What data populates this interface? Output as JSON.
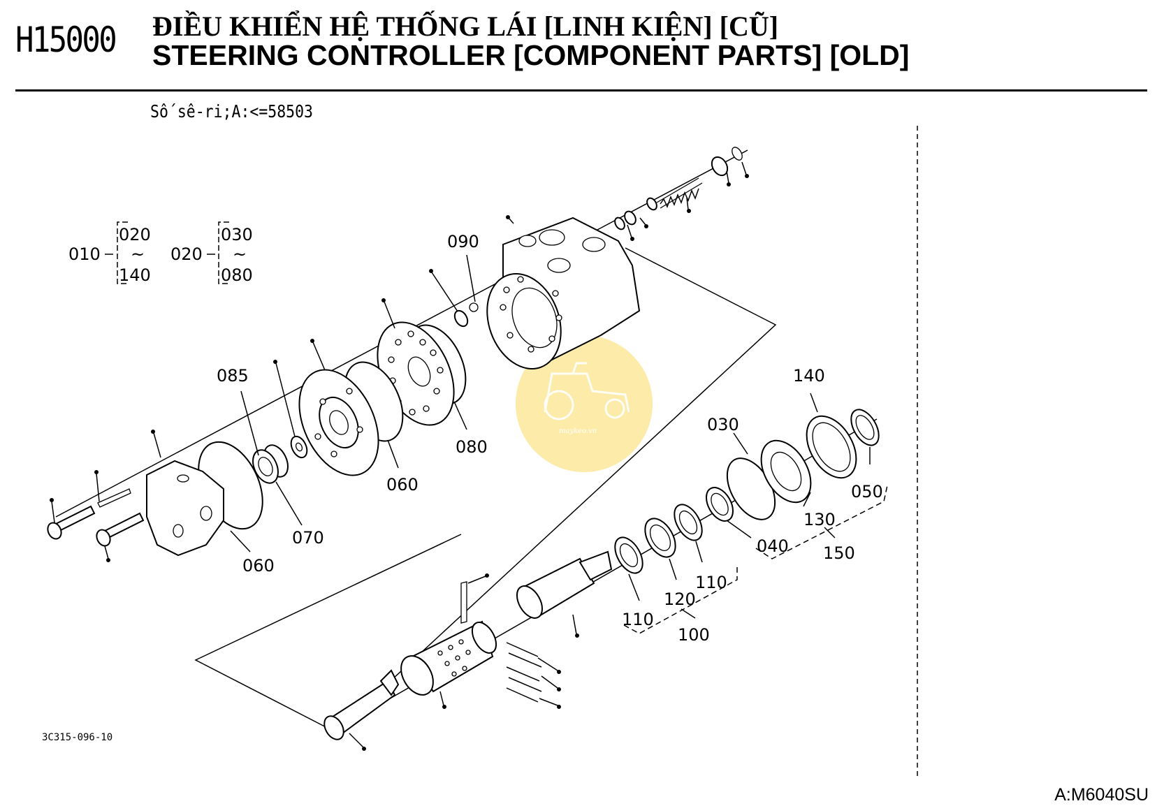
{
  "header": {
    "page_code": "H15000",
    "title_vi": "ĐIỀU KHIỂN HỆ THỐNG LÁI [LINH KIỆN] [CŨ]",
    "title_en": "STEERING CONTROLLER [COMPONENT PARTS] [OLD]",
    "serial": "Số sê-ri;A:<=58503"
  },
  "assembly_groups": [
    {
      "parent": "010",
      "from": "020",
      "sep": "~",
      "to": "140"
    },
    {
      "parent": "020",
      "from": "030",
      "sep": "~",
      "to": "080"
    }
  ],
  "callouts": {
    "c090": "090",
    "c085": "085",
    "c080": "080",
    "c060a": "060",
    "c060b": "060",
    "c070": "070",
    "c030": "030",
    "c140": "140",
    "c050": "050",
    "c130": "130",
    "c150": "150",
    "c040": "040",
    "c110a": "110",
    "c110b": "110",
    "c120": "120",
    "c100": "100"
  },
  "footer": {
    "drawing_code": "3C315-096-10",
    "model_code": "A:M6040SU"
  },
  "watermark": {
    "text": "maykeo.vn",
    "color": "#fbe79a"
  }
}
